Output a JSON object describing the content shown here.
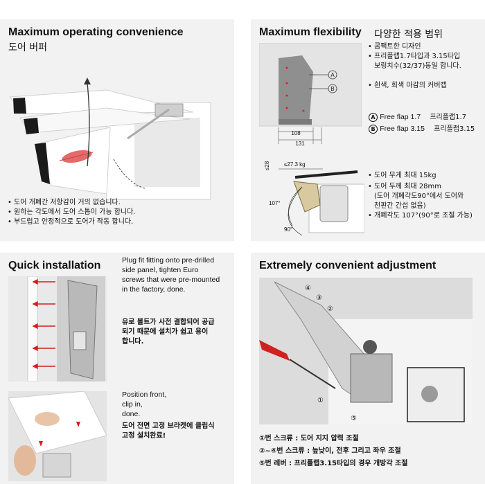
{
  "panel1": {
    "title_en": "Maximum operating convenience",
    "title_ko": "도어 버퍼",
    "bullets": [
      "도어 개폐간 저항감이 거의 없습니다.",
      "원하는 각도에서 도어 스톱이 가능 합니다.",
      "부드럽고 안정적으로 도어가 작동 합니다."
    ]
  },
  "panel2": {
    "title_en": "Maximum flexibility",
    "title_ko": "다양한 적용 범위",
    "bullets_top": [
      "콤팩트한 디자인",
      "프리플랩1.7타입과 3.15타입",
      "보링치수(32/37)동일 합니다.",
      "흰색, 회색 마감의 커버캡"
    ],
    "types": [
      {
        "mark": "A",
        "name": "Free flap 1.7",
        "ko": "프리플랩1.7"
      },
      {
        "mark": "B",
        "name": "Free flap 3.15",
        "ko": "프리플랩3.15"
      }
    ],
    "dim_a": "108",
    "dim_b": "131",
    "dim_28": "≤28",
    "dim_weight": "≤27.3 kg",
    "angle_107": "107°",
    "angle_90": "90°",
    "bullets_bottom": [
      "도어 무게 최대 15kg",
      "도어 두께 최대 28mm",
      "(도어 개폐각도90°에서 도어와",
      "천판간 간섭 없음)",
      "개폐각도 107°(90°로 조절 가능)"
    ]
  },
  "panel3": {
    "title_en": "Quick installation",
    "text1_en": [
      "Plug fit fitting onto pre-drilled",
      "side panel, tighten Euro",
      "screws that were pre-mounted",
      "in the factory, done."
    ],
    "text1_ko": [
      "유로 볼트가 사전 결합되어 공급",
      "되기 때문에 설치가 쉽고 용이",
      "합니다."
    ],
    "text2_en": [
      "Position front,",
      "clip in,",
      "done."
    ],
    "text2_ko": [
      "도어 전면 고정 브라켓에 클립식",
      "고정 설치완료!"
    ]
  },
  "panel4": {
    "title_en": "Extremely convenient adjustment",
    "callouts": [
      "④",
      "③",
      "②",
      "①",
      "⑤"
    ],
    "notes": [
      "①번 스크류 : 도어 지지 압력 조절",
      "②~④번 스크류 : 높낮이, 전후 그리고 좌우 조절",
      "⑤번 레버 : 프리플랩3.15타입의 경우 개방각 조절"
    ]
  }
}
